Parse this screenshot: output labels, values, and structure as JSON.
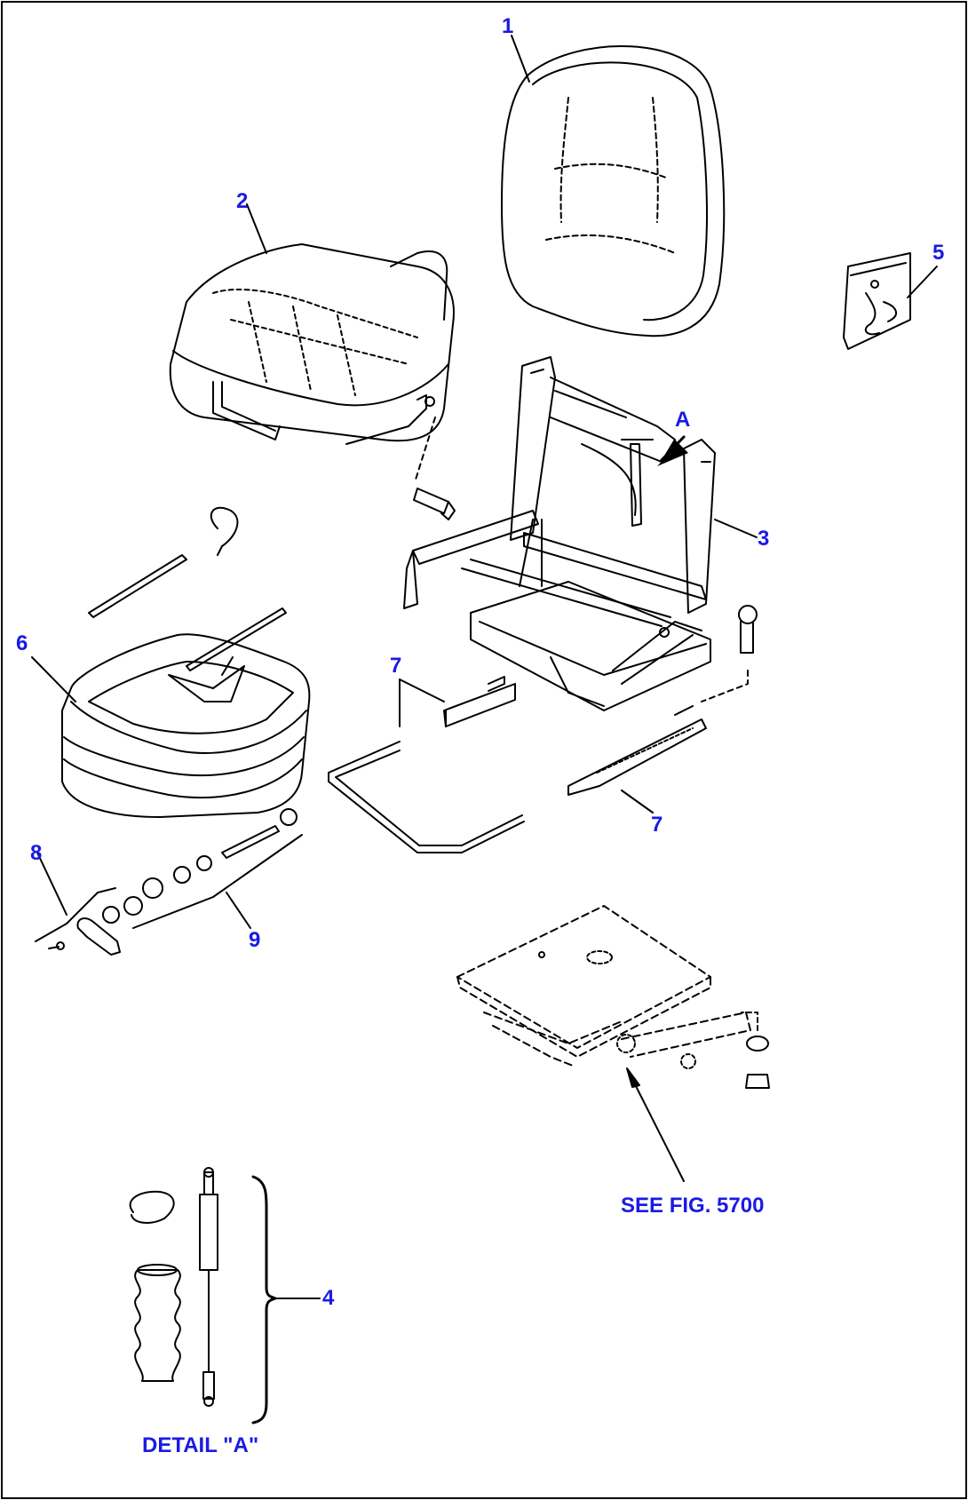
{
  "diagram": {
    "callouts": {
      "c1": "1",
      "c2": "2",
      "c3": "3",
      "c4": "4",
      "c5": "5",
      "c6": "6",
      "c7a": "7",
      "c7b": "7",
      "c8": "8",
      "c9": "9"
    },
    "view_marker": "A",
    "reference_note": "SEE FIG. 5700",
    "detail_label": "DETAIL \"A\""
  },
  "colors": {
    "ink": "#000000",
    "label": "#1a1ae6",
    "background": "#ffffff"
  }
}
